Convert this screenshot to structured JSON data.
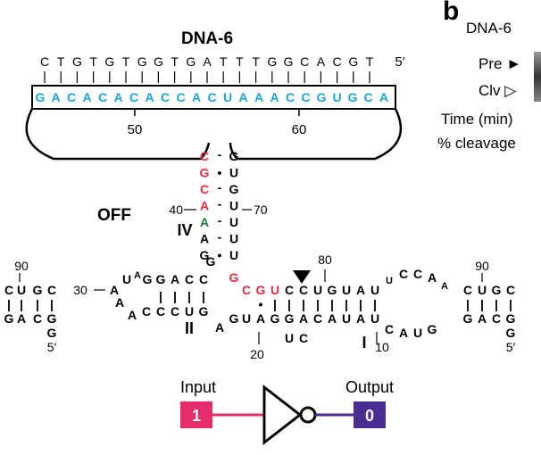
{
  "panel_a": {
    "title": "DNA-6",
    "dna_sequence": [
      "C",
      "T",
      "G",
      "T",
      "G",
      "T",
      "G",
      "G",
      "T",
      "G",
      "A",
      "T",
      "T",
      "T",
      "G",
      "G",
      "C",
      "A",
      "C",
      "G",
      "T"
    ],
    "dna_end": "5′",
    "rna_sequence": [
      "G",
      "A",
      "C",
      "A",
      "C",
      "A",
      "C",
      "A",
      "C",
      "C",
      "A",
      "C",
      "U",
      "A",
      "A",
      "A",
      "C",
      "C",
      "G",
      "U",
      "G",
      "C",
      "A"
    ],
    "position_labels": [
      "50",
      "60"
    ],
    "state_label": "OFF",
    "stem_IV": {
      "left": [
        "C",
        "G",
        "C",
        "A",
        "A",
        "A",
        "G"
      ],
      "right": [
        "G",
        "U",
        "G",
        "U",
        "U",
        "U",
        "U"
      ],
      "pair_symbols": [
        "-",
        "•",
        "-",
        "-",
        "-",
        "-",
        "•"
      ]
    },
    "stem_labels": {
      "iv": "IV",
      "ii": "II",
      "i": "I"
    },
    "numbers": {
      "n40": "40",
      "n70": "70",
      "n30": "30",
      "n80": "80",
      "n90a": "90",
      "n90b": "90",
      "n20": "20",
      "n10": "10"
    },
    "five_prime_left": "5′",
    "five_prime_right": "5′",
    "colors": {
      "red": "#e8293f",
      "blue": "#1aa3d9",
      "green": "#1e7b3a",
      "pink": "#e52d6e",
      "purple": "#4b2d91"
    }
  },
  "logic_gate": {
    "input_label": "Input",
    "input_value": "1",
    "output_label": "Output",
    "output_value": "0"
  },
  "panel_b": {
    "label": "b",
    "title": "DNA-6",
    "pre_label": "Pre",
    "clv_label": "Clv",
    "time_label": "Time (min)",
    "cleavage_label": "% cleavage"
  }
}
